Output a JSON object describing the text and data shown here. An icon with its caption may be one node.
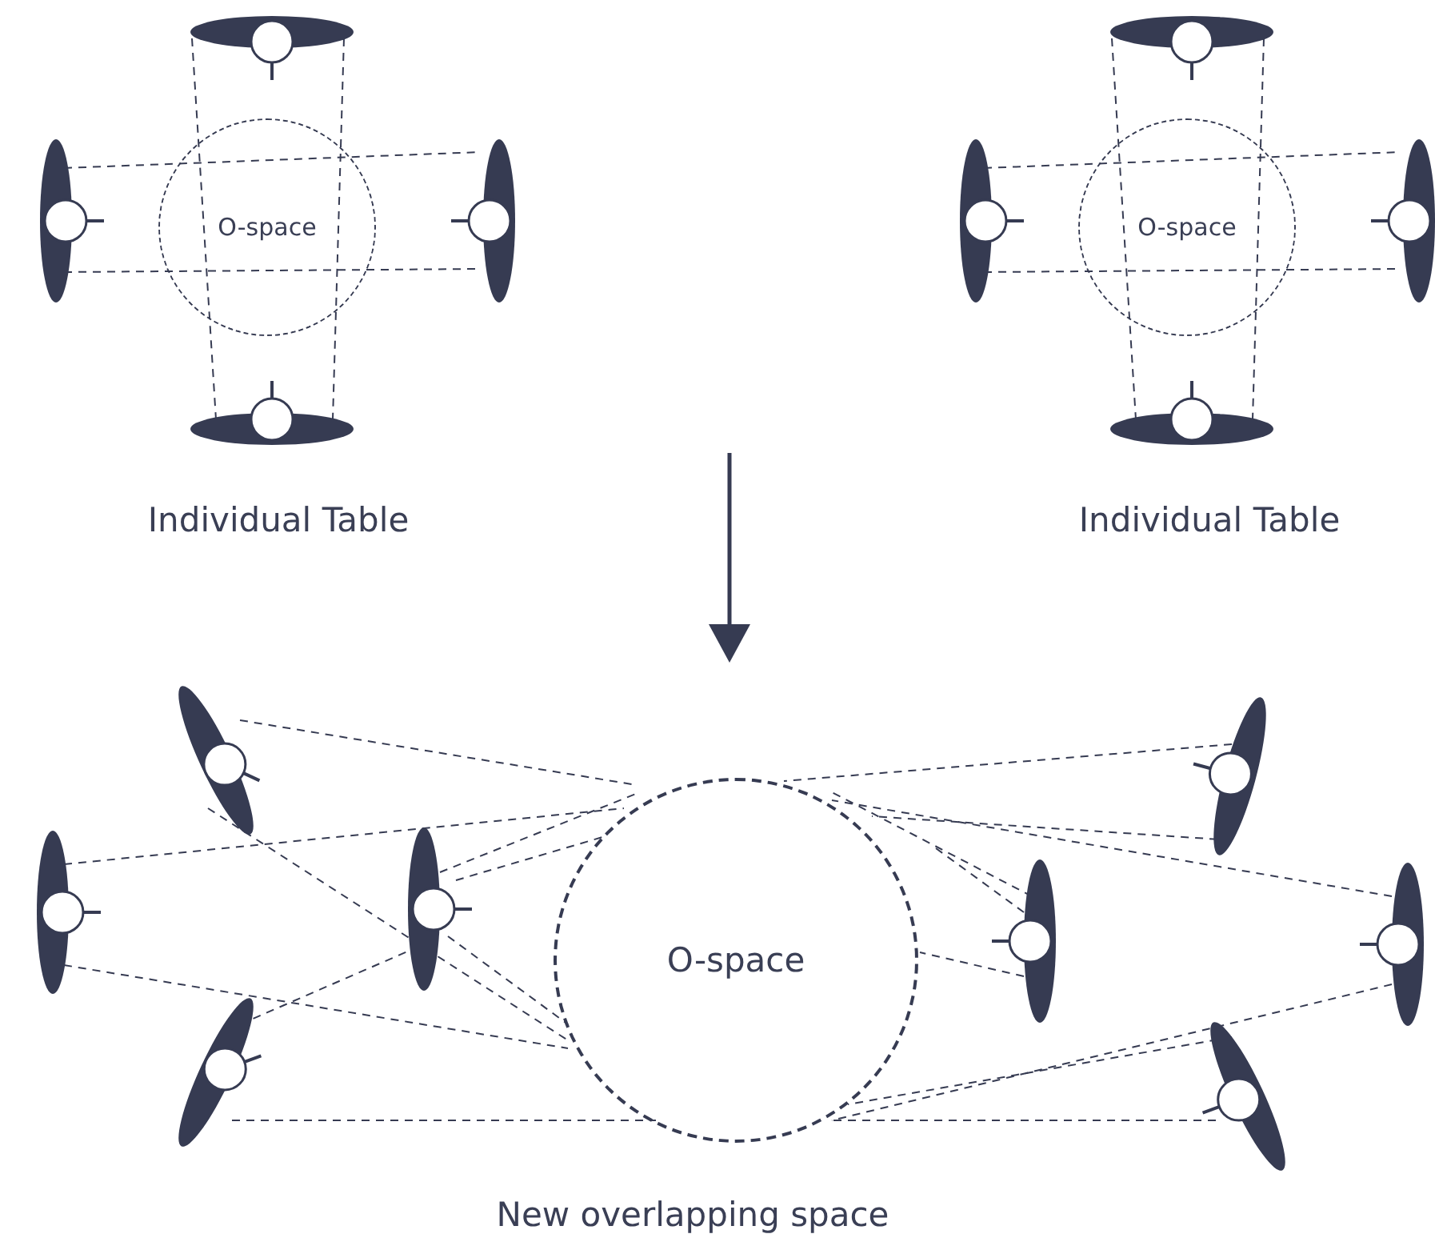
{
  "diagram": {
    "nodes": [
      {
        "text": [
          "O-space"
        ]
      },
      {
        "text": [
          "O-space"
        ]
      },
      {
        "text": [
          "O-space"
        ]
      }
    ],
    "labels": [
      "Individual Table",
      "Individual Table",
      "New overlapping space"
    ]
  }
}
